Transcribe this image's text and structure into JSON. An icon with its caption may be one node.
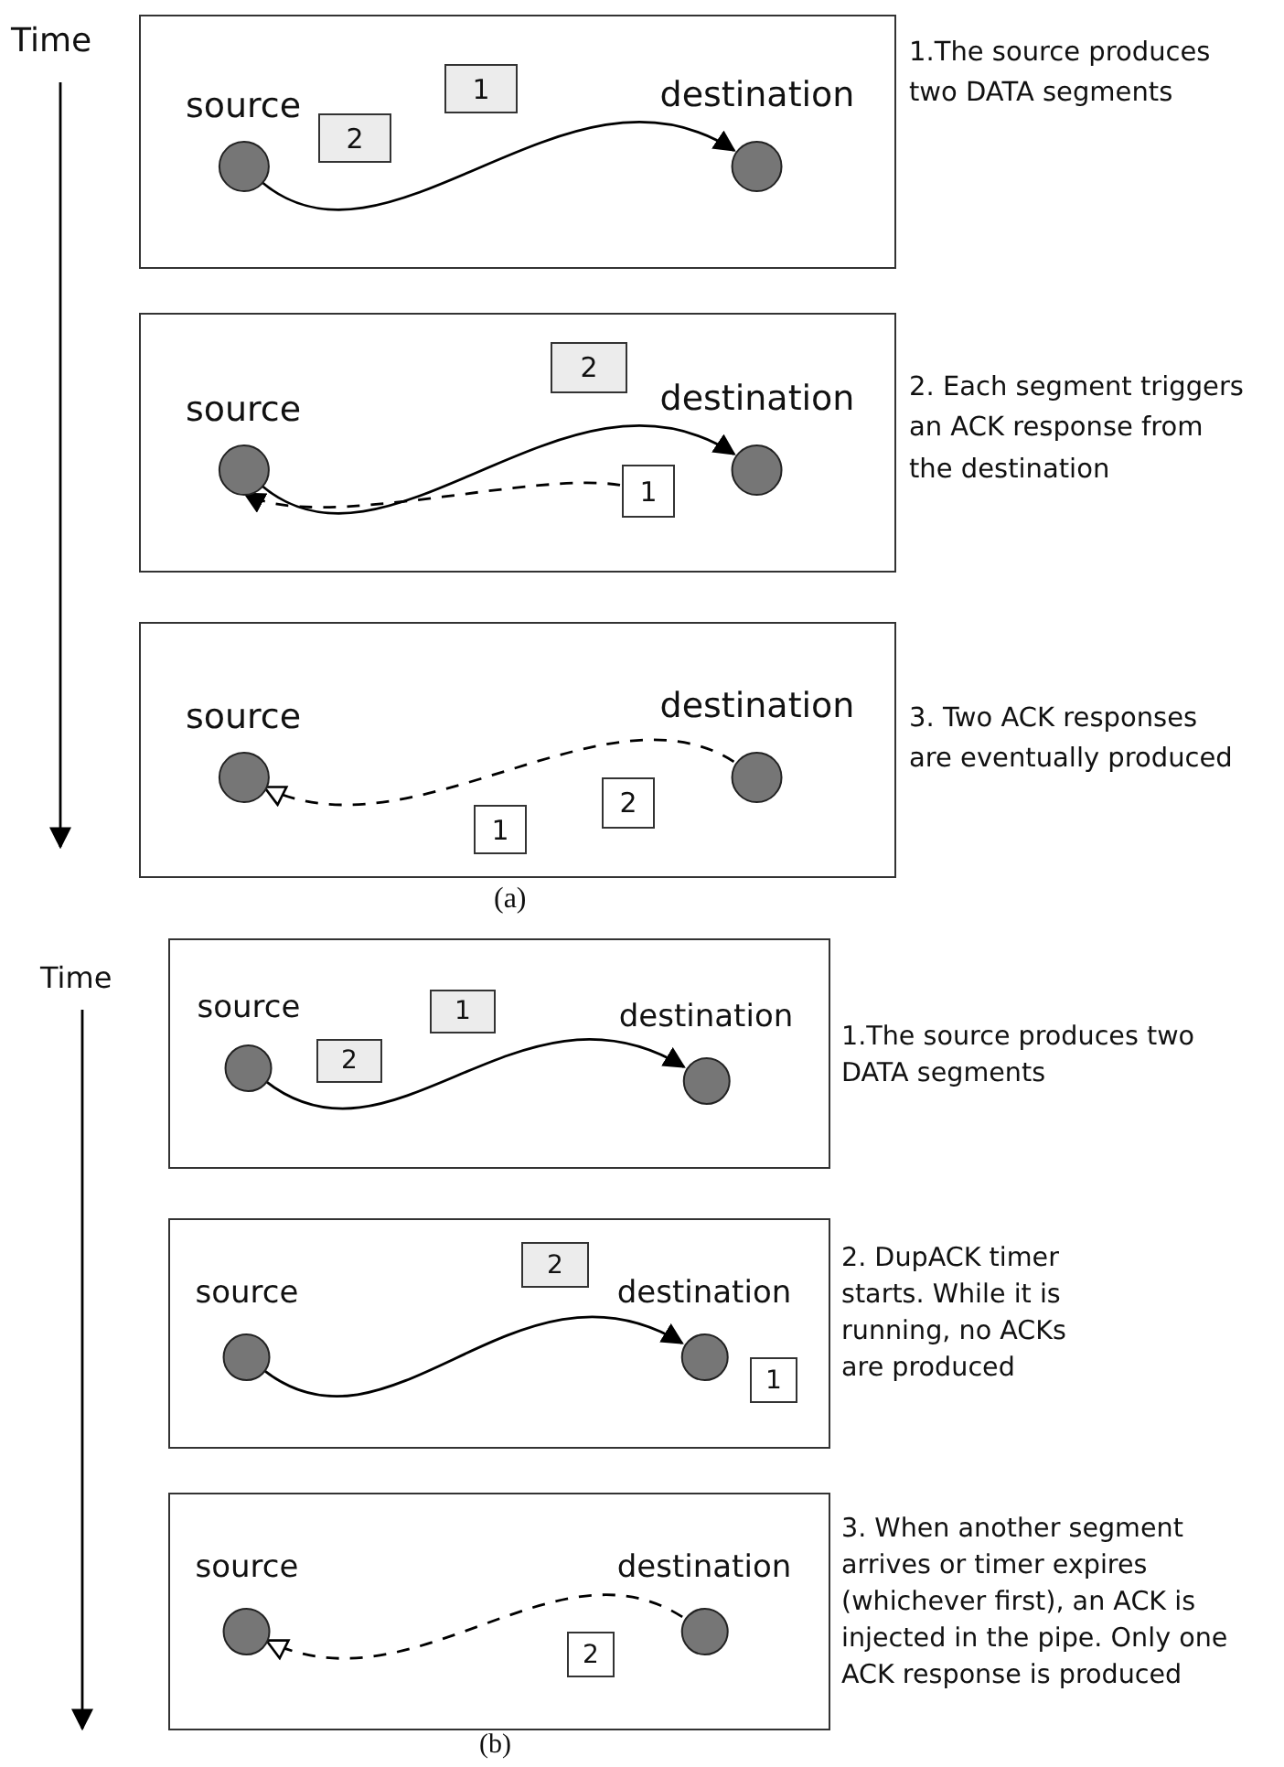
{
  "diagram": {
    "nodes": [
      {
        "text": [],
        "shape": "box",
        "beside": [
          "1.The source produces two DATA segments"
        ]
      },
      {
        "text": [
          "source"
        ],
        "in": 0
      },
      {
        "text": [
          "destination"
        ],
        "in": 0
      },
      {
        "text": [
          "1"
        ],
        "in": 0
      },
      {
        "text": [
          "2"
        ],
        "in": 0
      },
      {
        "text": [],
        "shape": "box",
        "beside": [
          "2. Each segment triggers an ACK response from the destination"
        ]
      },
      {
        "text": [
          "source"
        ],
        "in": 5
      },
      {
        "text": [
          "destination"
        ],
        "in": 5
      },
      {
        "text": [
          "2"
        ],
        "in": 5
      },
      {
        "text": [
          "1"
        ],
        "in": 5
      },
      {
        "text": [],
        "shape": "box",
        "beside": [
          "3. Two ACK responses are eventually produced"
        ]
      },
      {
        "text": [
          "source"
        ],
        "in": 10
      },
      {
        "text": [
          "destination"
        ],
        "in": 10
      },
      {
        "text": [
          "1"
        ],
        "in": 10
      },
      {
        "text": [
          "2"
        ],
        "in": 10
      },
      {
        "text": [],
        "shape": "box",
        "beside": [
          "1.The source produces two DATA segments"
        ]
      },
      {
        "text": [
          "source"
        ],
        "in": 15
      },
      {
        "text": [
          "destination"
        ],
        "in": 15
      },
      {
        "text": [
          "1"
        ],
        "in": 15
      },
      {
        "text": [
          "2"
        ],
        "in": 15
      },
      {
        "text": [],
        "shape": "box",
        "beside": [
          "2. DupACK timer starts. While it is running, no ACKs are produced"
        ]
      },
      {
        "text": [
          "source"
        ],
        "in": 20
      },
      {
        "text": [
          "destination"
        ],
        "in": 20
      },
      {
        "text": [
          "2"
        ],
        "in": 20
      },
      {
        "text": [
          "1"
        ],
        "in": 20
      },
      {
        "text": [],
        "shape": "box",
        "beside": [
          "3. When another segment arrives or timer expires (whichever first), an ACK is injected in the pipe. Only one ACK response is produced"
        ]
      },
      {
        "text": [
          "source"
        ],
        "in": 25
      },
      {
        "text": [
          "destination"
        ],
        "in": 25
      },
      {
        "text": [
          "2"
        ],
        "in": 25
      }
    ],
    "edges": [
      {
        "from": 1,
        "to": 2,
        "arrow": "to"
      },
      {
        "from": 6,
        "to": 7,
        "arrow": "to"
      },
      {
        "from": 9,
        "to": 6,
        "arrow": "to",
        "style": "dashed"
      },
      {
        "from": 12,
        "to": 11,
        "arrow": "to",
        "style": "dashed"
      },
      {
        "from": 16,
        "to": 17,
        "arrow": "to"
      },
      {
        "from": 21,
        "to": 22,
        "arrow": "to"
      },
      {
        "from": 27,
        "to": 26,
        "arrow": "to",
        "style": "dashed"
      }
    ],
    "labels": [
      "Time",
      "(a)",
      "Time",
      "(b)"
    ]
  }
}
